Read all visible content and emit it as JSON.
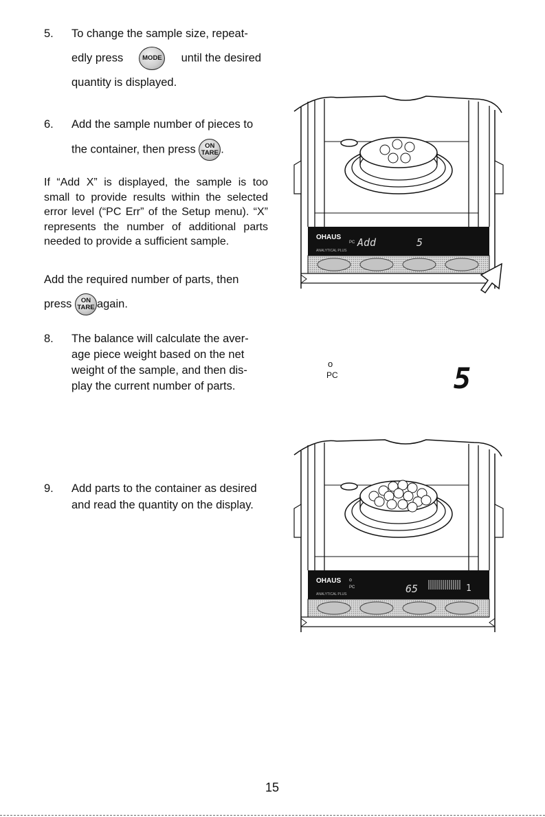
{
  "step5": {
    "number": "5.",
    "line1": "To change the sample size, repeat-",
    "line2_pre": "edly press",
    "line2_post": "until the desired",
    "line3": "quantity is displayed.",
    "button": "MODE"
  },
  "step6": {
    "number": "6.",
    "line1": "Add the sample number of pieces to",
    "line2_pre": "the container, then press",
    "line2_post": ".",
    "button_top": "ON",
    "button_bottom": "TARE"
  },
  "note": {
    "text": "If “Add X” is displayed, the sample is too small to provide results within the selected error level (“PC Err” of the Setup menu). “X” represents the number of additional parts needed to provide a sufficient sample.",
    "add_line1": "Add the required number of parts, then",
    "add_pre": "press",
    "add_post": "again.",
    "button_top": "ON",
    "button_bottom": "TARE"
  },
  "step8": {
    "number": "8.",
    "line1": "The balance will calculate the aver-",
    "line2": "age piece weight based on the net",
    "line3": "weight of the sample, and then dis-",
    "line4": "play the current number of parts."
  },
  "step9": {
    "number": "9.",
    "line1": "Add parts to the container as desired",
    "line2": "and read the quantity on the display."
  },
  "display1": {
    "brand": "OHAUS",
    "model": "ANALYTICAL PLUS",
    "pc": "PC",
    "text": "Add",
    "digit": "5"
  },
  "readout": {
    "circle": "o",
    "pc": "PC",
    "digit": "5"
  },
  "display2": {
    "brand": "OHAUS",
    "model": "ANALYTICAL PLUS",
    "circle": "o",
    "pc": "PC",
    "digits": "65",
    "tail": "1"
  },
  "page_number": "15"
}
